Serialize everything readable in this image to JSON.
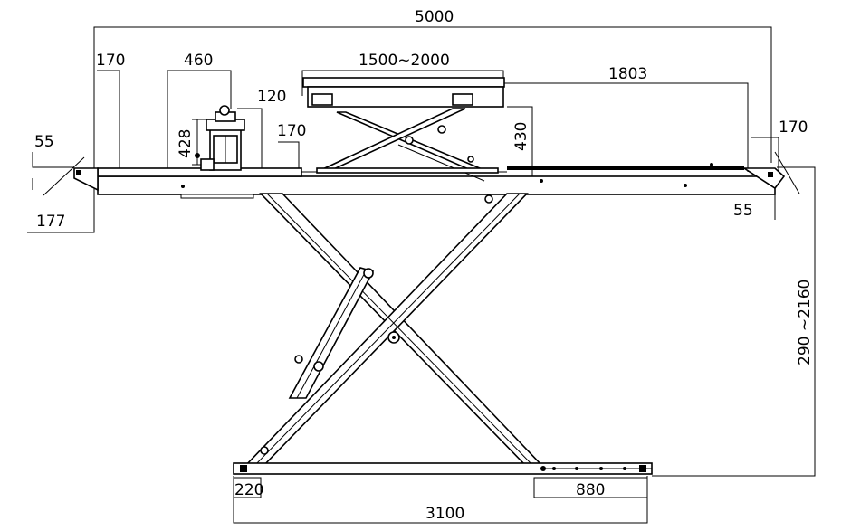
{
  "dimensions": {
    "overall_length": "5000",
    "left_ramp_width": "170",
    "jack_width": "460",
    "jack_height": "428",
    "jack_gap": "120",
    "jack_base": "170",
    "secondary_lift_range": "1500~2000",
    "secondary_lift_height": "430",
    "runway_to_end": "1803",
    "right_ramp_width": "170",
    "left_ramp_drop": "55",
    "left_ramp_length": "177",
    "right_ramp_drop": "55",
    "height_range": "290 ~2160",
    "base_left_block": "220",
    "base_length": "3100",
    "base_right_section": "880"
  }
}
